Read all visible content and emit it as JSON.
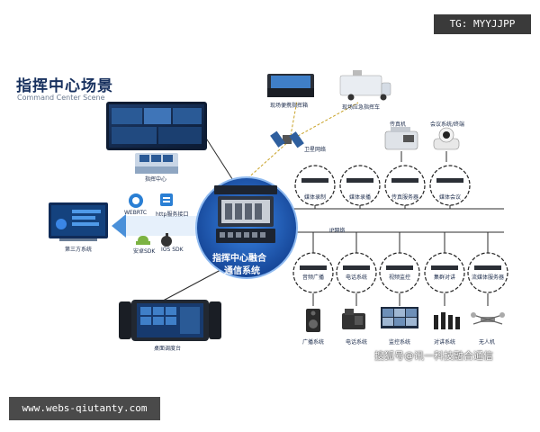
{
  "watermark_tg": "TG: MYYJJPP",
  "watermark_web": "www.webs-qiutanty.com",
  "title_cn": "指挥中心场景",
  "title_en": "Command Center Scene",
  "hub": {
    "line1": "指挥中心融合",
    "line2": "通信系统"
  },
  "labels": {
    "command_center": "指挥中心",
    "third_party": "第三方系统",
    "console": "桌面调度台",
    "webrtc": "WEBRTC",
    "http": "http服务接口",
    "android_sdk": "安卓SDK",
    "ios_sdk": "IOS SDK",
    "satellite": "卫星网络",
    "field_box": "现场便携指挥箱",
    "field_car": "现场应急指挥车",
    "fax": "传真机",
    "conference": "会议系统/终端",
    "ip_network": "IP网络"
  },
  "top_nodes": [
    "媒体录制",
    "媒体录播",
    "传真服务器",
    "媒体会议"
  ],
  "bottom_nodes": [
    "音频广播",
    "电话系统",
    "视频监控",
    "集群对讲",
    "流媒体服务器"
  ],
  "devices": [
    "广播系统",
    "电话系统",
    "监控系统",
    "对讲系统",
    "无人机"
  ],
  "credit": "搜狐号@讯一科技融合通信",
  "colors": {
    "accent": "#1f6fd1",
    "hub": "#1a58b5",
    "dark": "#17305e",
    "line": "#2b2b2b",
    "sat": "#c9a227"
  }
}
